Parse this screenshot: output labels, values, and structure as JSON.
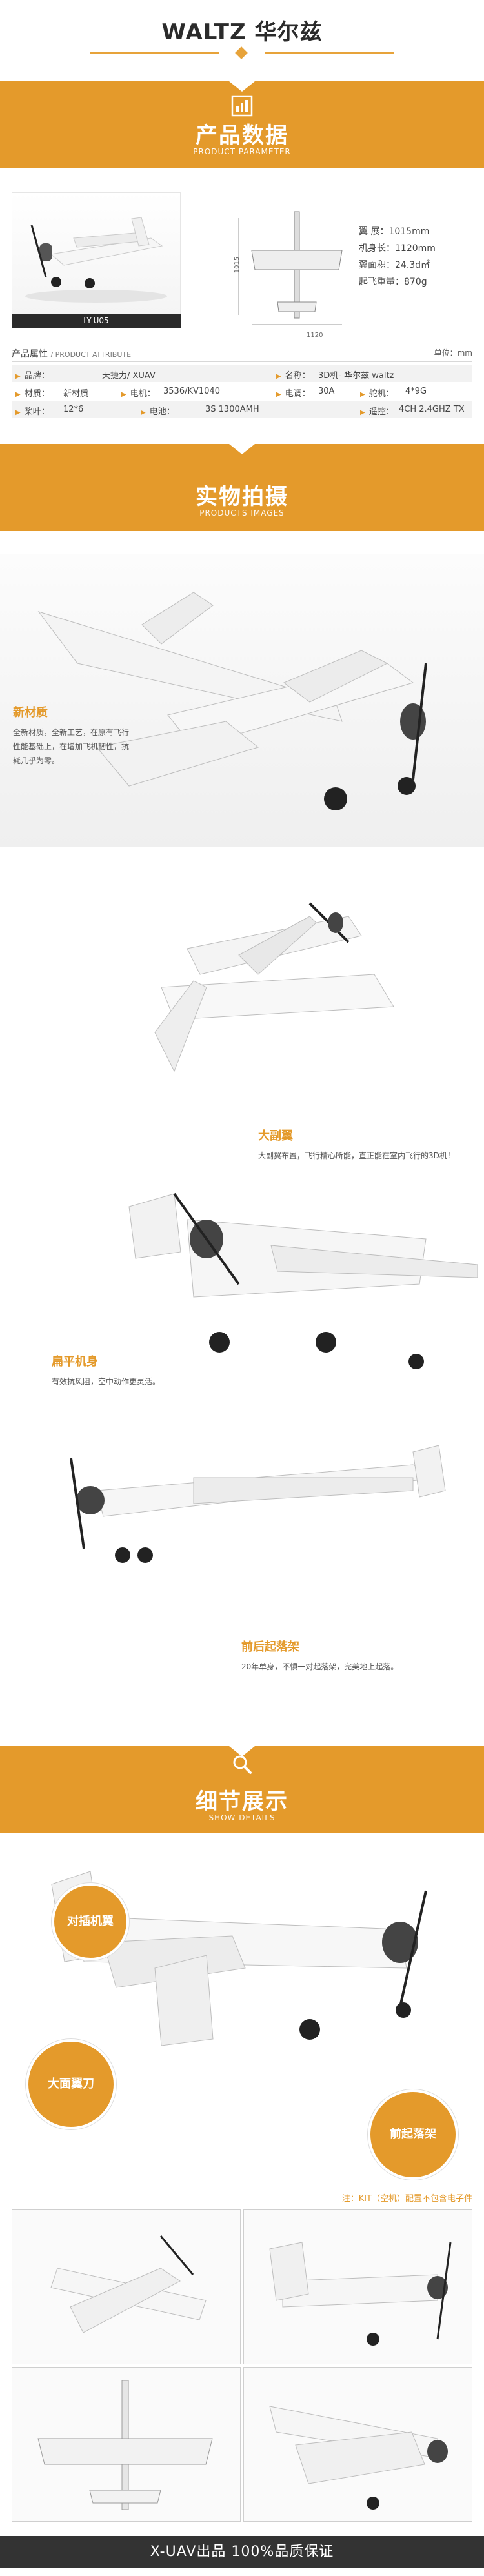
{
  "header": {
    "title": "WALTZ 华尔兹"
  },
  "sections": {
    "params": {
      "title": "产品数据",
      "subtitle": "PRODUCT PARAMETER"
    },
    "photos": {
      "title": "实物拍摄",
      "subtitle": "PRODUCTS IMAGES"
    },
    "details": {
      "title": "细节展示",
      "subtitle": "SHOW DETAILS"
    }
  },
  "hero": {
    "label": "LY-U05"
  },
  "specs": {
    "wingspan": {
      "label": "翼 展：",
      "value": "1015mm"
    },
    "length": {
      "label": "机身长：",
      "value": "1120mm"
    },
    "wing_area": {
      "label": "翼面积：",
      "value": "24.3d㎡"
    },
    "weight": {
      "label": "起飞重量：",
      "value": "870g"
    },
    "dim_side": "1015",
    "dim_bottom": "1120"
  },
  "attributes": {
    "heading": "产品属性",
    "heading_sub": "/ PRODUCT ATTRIBUTE",
    "unit": "单位：mm",
    "rows": [
      [
        {
          "k": "品牌：",
          "v": "天捷力/ XUAV"
        },
        {
          "k": "名称：",
          "v": "3D机- 华尔兹 waltz"
        }
      ],
      [
        {
          "k": "材质：",
          "v": "新材质"
        },
        {
          "k": "电机：",
          "v": "3536/KV1040"
        },
        {
          "k": "电调：",
          "v": "30A"
        },
        {
          "k": "舵机：",
          "v": "4*9G"
        }
      ],
      [
        {
          "k": "桨叶：",
          "v": "12*6"
        },
        {
          "k": "电池：",
          "v": "3S 1300AMH"
        },
        {
          "k": "遥控：",
          "v": "4CH 2.4GHZ TX"
        }
      ]
    ]
  },
  "callouts": {
    "material": {
      "title": "新材质",
      "text": "全新材质，全新工艺，在原有飞行性能基础上，在增加飞机韧性，抗耗几乎为零。"
    },
    "big_aileron": {
      "title": "大副翼",
      "text": "大副翼布置，飞行精心所能，直正能在室内飞行的3D机！"
    },
    "flat_fuselage": {
      "title": "扁平机身",
      "text": "有效抗风阻，空中动作更灵活。"
    },
    "gear": {
      "title": "前后起落架",
      "text": "20年单身，不惧一对起落架，完美地上起落。"
    }
  },
  "detail_circles": {
    "plug_wing": "对插机翼",
    "big_aileron_blade": "大面翼刀",
    "front_gear": "前起落架"
  },
  "note": "注：KIT（空机）配置不包含电子件",
  "footer": {
    "text": "X-UAV出品 100%品质保证"
  },
  "colors": {
    "accent": "#e49a2b",
    "dark": "#333333"
  }
}
